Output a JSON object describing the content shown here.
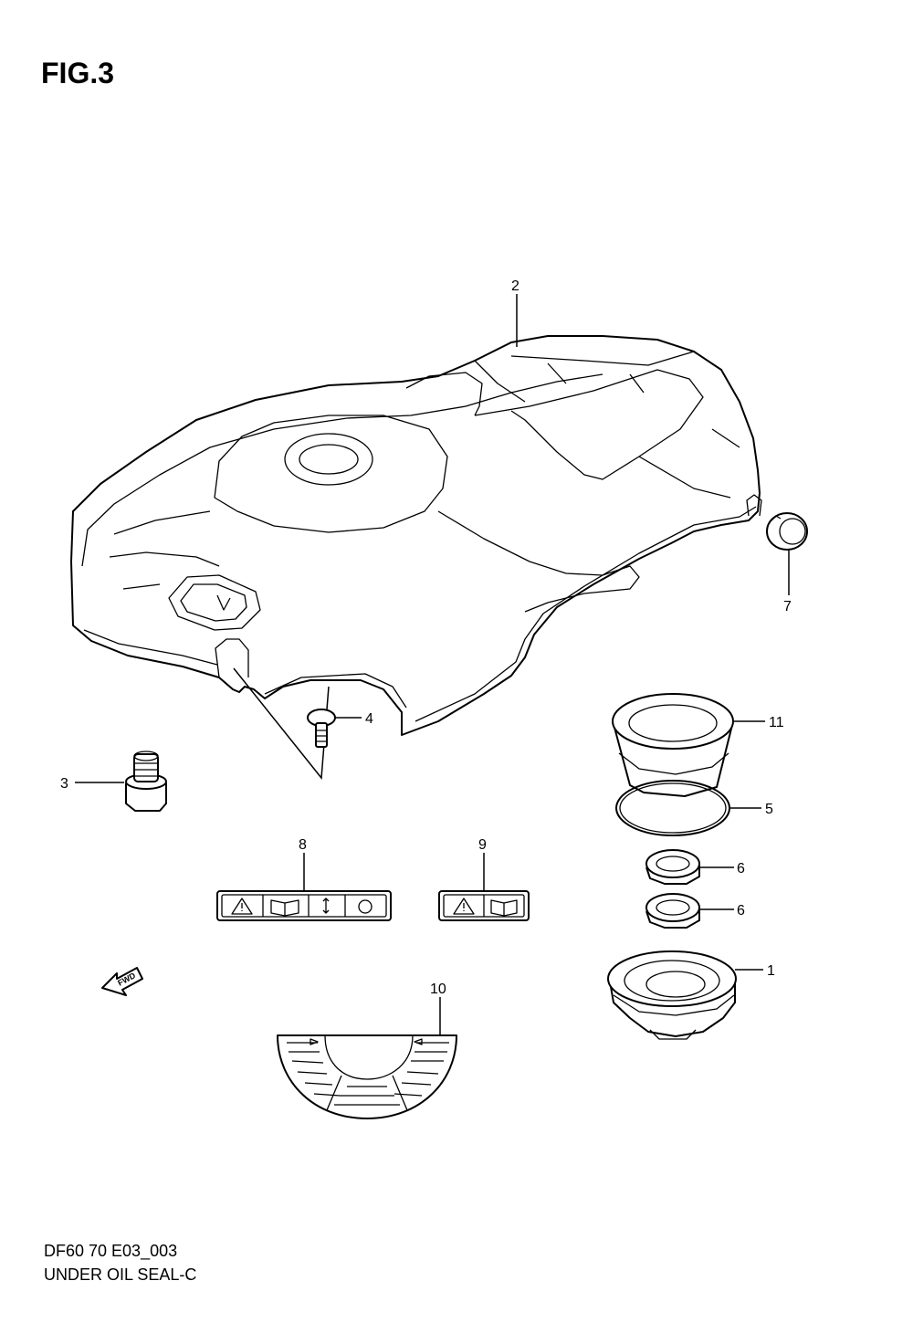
{
  "header": {
    "figure_label": "FIG.3"
  },
  "footer": {
    "code": "DF60 70 E03_003",
    "name": "UNDER OIL SEAL-C"
  },
  "arrow": {
    "label": "FWD"
  },
  "callouts": {
    "c1": "1",
    "c2": "2",
    "c3": "3",
    "c4": "4",
    "c5": "5",
    "c6a": "6",
    "c6b": "6",
    "c7": "7",
    "c8": "8",
    "c9": "9",
    "c10": "10",
    "c11": "11"
  }
}
